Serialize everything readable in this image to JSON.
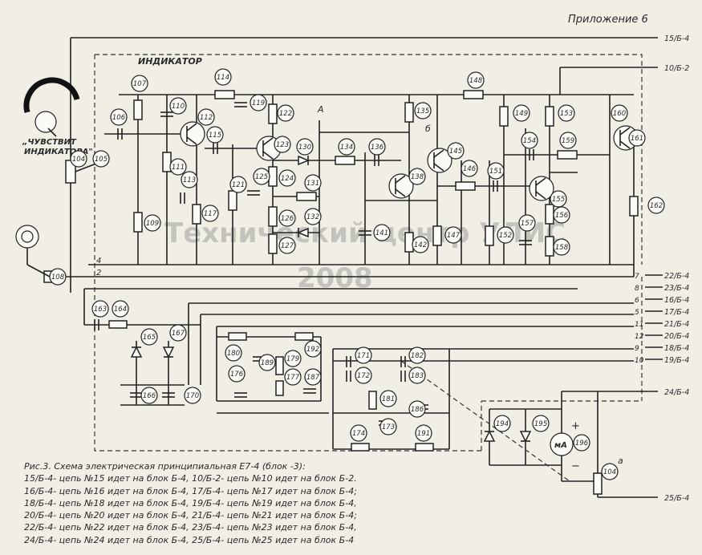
{
  "header": {
    "appendix_label": "Приложение 6"
  },
  "block": {
    "indicator_label": "ИНДИКАТОР"
  },
  "knob": {
    "label_line1": "„ЧУВСТВИТ",
    "label_line2": "ИНДИКАТОРА\""
  },
  "watermark": {
    "line1": "Технический центр УЛИС",
    "line2": "2008"
  },
  "node_labels": {
    "A": "А",
    "B": "б",
    "a": "а",
    "plus": "+",
    "minus": "−"
  },
  "wire_labels": [
    "4",
    "2"
  ],
  "connectors": [
    {
      "pin": "",
      "label": "15/Б-4"
    },
    {
      "pin": "",
      "label": "10/Б-2"
    },
    {
      "pin": "7",
      "label": "22/Б-4"
    },
    {
      "pin": "8",
      "label": "23/Б-4"
    },
    {
      "pin": "6",
      "label": "16/Б-4"
    },
    {
      "pin": "5",
      "label": "17/Б-4"
    },
    {
      "pin": "11",
      "label": "21/Б-4"
    },
    {
      "pin": "12",
      "label": "20/Б-4"
    },
    {
      "pin": "9",
      "label": "18/Б-4"
    },
    {
      "pin": "10",
      "label": "19/Б-4"
    },
    {
      "pin": "",
      "label": "24/Б-4"
    },
    {
      "pin": "",
      "label": "25/Б-4"
    }
  ],
  "components": [
    "104",
    "105",
    "106",
    "107",
    "108",
    "109",
    "110",
    "111",
    "112",
    "113",
    "114",
    "115",
    "117",
    "119",
    "121",
    "122",
    "123",
    "124",
    "125",
    "126",
    "127",
    "130",
    "131",
    "132",
    "134",
    "135",
    "136",
    "138",
    "141",
    "142",
    "145",
    "146",
    "147",
    "148",
    "149",
    "151",
    "152",
    "153",
    "154",
    "155",
    "156",
    "157",
    "158",
    "159",
    "160",
    "161",
    "162",
    "163",
    "164",
    "165",
    "166",
    "167",
    "170",
    "171",
    "172",
    "173",
    "174",
    "176",
    "177",
    "179",
    "180",
    "181",
    "182",
    "183",
    "186",
    "187",
    "189",
    "191",
    "192",
    "194",
    "195",
    "196",
    "104"
  ],
  "meter": {
    "label": "мА"
  },
  "caption": {
    "title": "Рис.3. Схема электрическая принципиальная Е7-4 (блок -3):",
    "lines": [
      "15/Б-4- цепь №15 идет на блок Б-4, 10/Б-2- цепь №10 идет на блок Б-2.",
      "16/Б-4- цепь №16 идет на блок Б-4, 17/Б-4- цепь №17 идет на блок Б-4;",
      "18/Б-4- цепь №18 идет на блок Б-4, 19/Б-4- цепь №19 идет на блок Б-4,",
      "20/Б-4- цепь №20 идет на блок Б-4, 21/Б-4- цепь №21 идет на блок Б-4;",
      "22/Б-4- цепь №22 идет на блок Б-4, 23/Б-4- цепь №23 идет на блок Б-4,",
      "24/Б-4- цепь №24 идет на блок Б-4, 25/Б-4- цепь №25 идет на блок Б-4"
    ]
  }
}
